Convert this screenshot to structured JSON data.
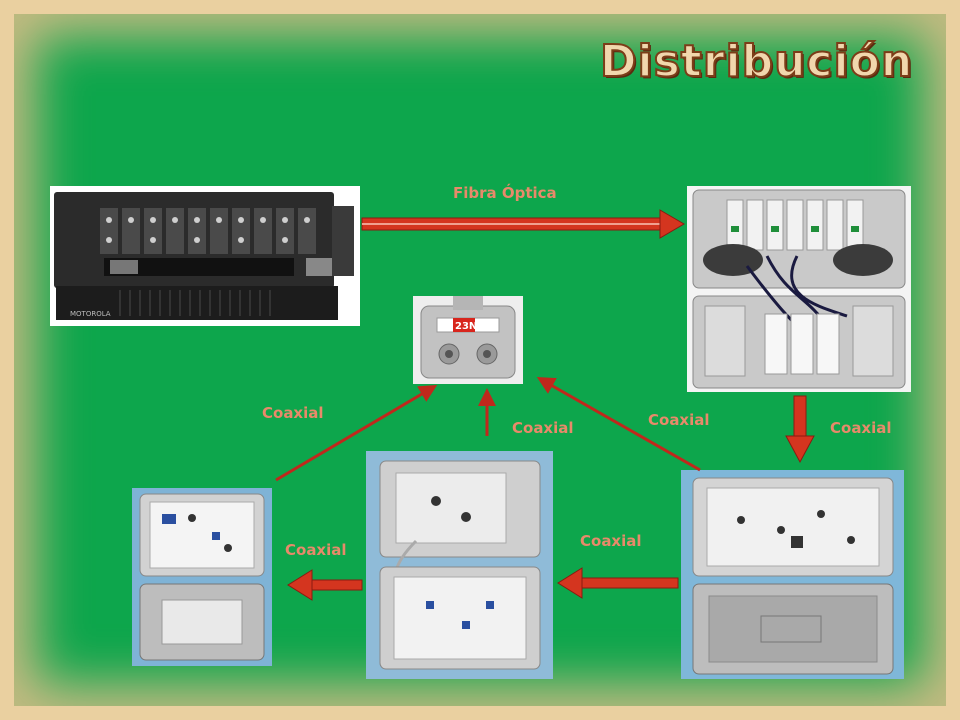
{
  "title": "Distribución",
  "labels": {
    "fibra": "Fibra Óptica",
    "coax_up_left": "Coaxial",
    "coax_center": "Coaxial",
    "coax_right_diag": "Coaxial",
    "coax_right_down": "Coaxial",
    "coax_bottom_right": "Coaxial",
    "coax_bottom_left": "Coaxial"
  },
  "devices": {
    "headend_brand": "MOTOROLA",
    "tap_label": "23N"
  },
  "colors": {
    "background": "#0da64c",
    "arrow": "#c0281c",
    "label": "#e88a6a"
  }
}
